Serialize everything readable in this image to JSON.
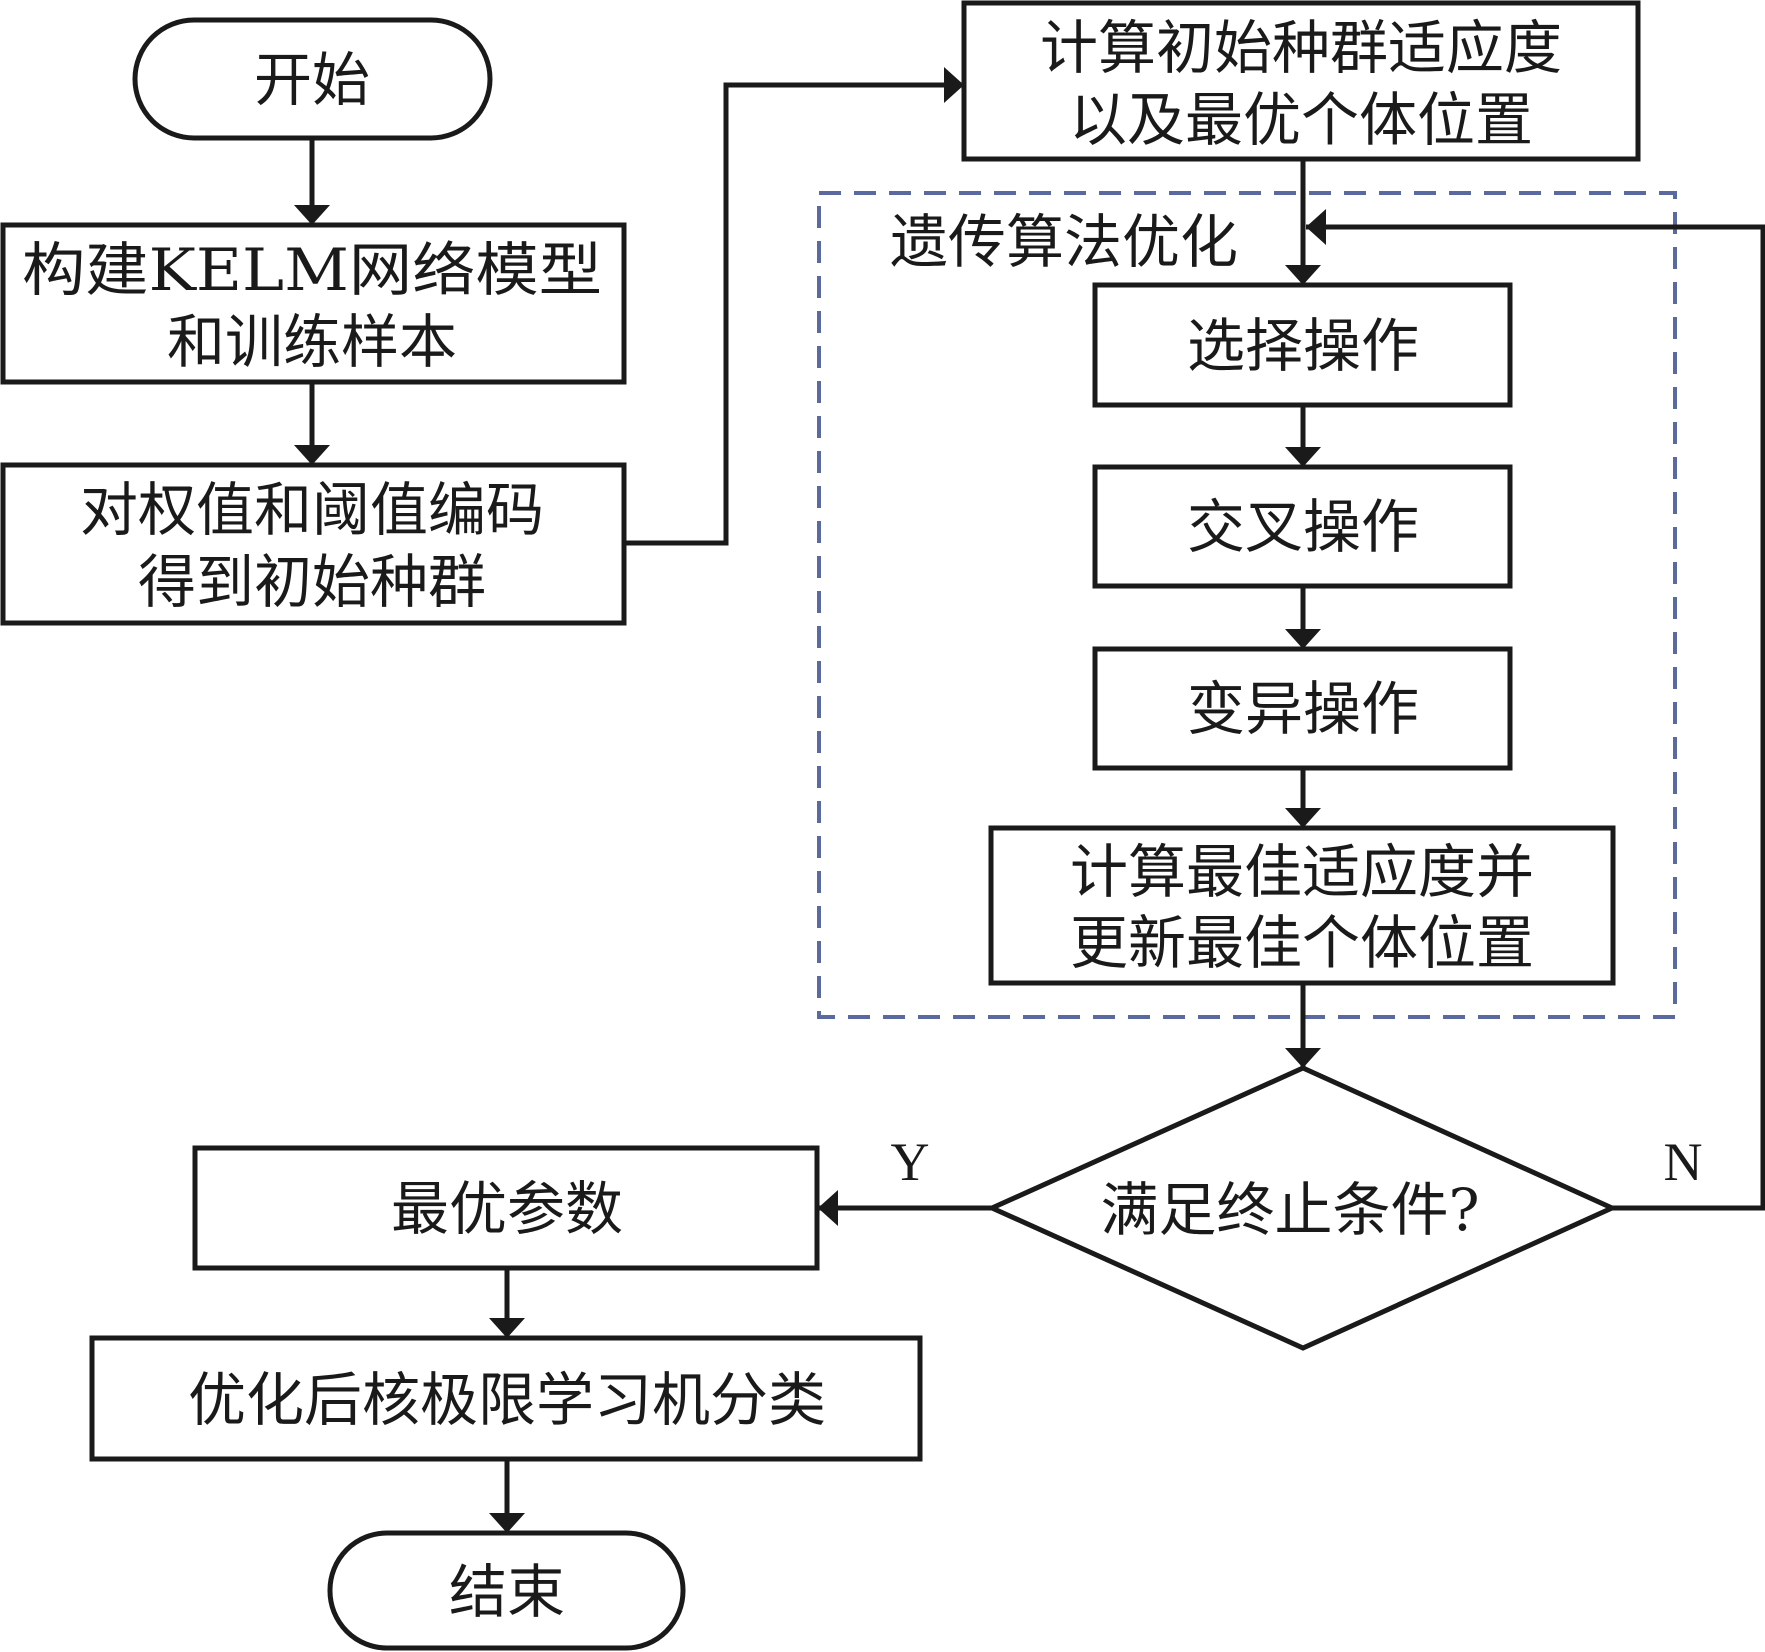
{
  "diagram": {
    "type": "flowchart",
    "colors": {
      "stroke": "#1a1a1a",
      "group_border": "#5a6aa0",
      "background": "#ffffff"
    },
    "nodes": {
      "start": {
        "kind": "terminal",
        "lines": [
          "开始"
        ]
      },
      "build_model": {
        "kind": "process",
        "lines": [
          "构建KELM网络模型",
          "和训练样本"
        ]
      },
      "encode": {
        "kind": "process",
        "lines": [
          "对权值和阈值编码",
          "得到初始种群"
        ]
      },
      "init_fitness": {
        "kind": "process",
        "lines": [
          "计算初始种群适应度",
          "以及最优个体位置"
        ]
      },
      "selection": {
        "kind": "process",
        "lines": [
          "选择操作"
        ]
      },
      "crossover": {
        "kind": "process",
        "lines": [
          "交叉操作"
        ]
      },
      "mutation": {
        "kind": "process",
        "lines": [
          "变异操作"
        ]
      },
      "update_best": {
        "kind": "process",
        "lines": [
          "计算最佳适应度并",
          "更新最佳个体位置"
        ]
      },
      "terminate_check": {
        "kind": "decision",
        "lines": [
          "满足终止条件?"
        ]
      },
      "optimal_params": {
        "kind": "process",
        "lines": [
          "最优参数"
        ]
      },
      "classify": {
        "kind": "process",
        "lines": [
          "优化后核极限学习机分类"
        ]
      },
      "end": {
        "kind": "terminal",
        "lines": [
          "结束"
        ]
      }
    },
    "group": {
      "label": "遗传算法优化",
      "members": [
        "selection",
        "crossover",
        "mutation",
        "update_best"
      ]
    },
    "edges": [
      {
        "from": "start",
        "to": "build_model",
        "label": ""
      },
      {
        "from": "build_model",
        "to": "encode",
        "label": ""
      },
      {
        "from": "encode",
        "to": "init_fitness",
        "label": ""
      },
      {
        "from": "init_fitness",
        "to": "selection",
        "label": ""
      },
      {
        "from": "selection",
        "to": "crossover",
        "label": ""
      },
      {
        "from": "crossover",
        "to": "mutation",
        "label": ""
      },
      {
        "from": "mutation",
        "to": "update_best",
        "label": ""
      },
      {
        "from": "update_best",
        "to": "terminate_check",
        "label": ""
      },
      {
        "from": "terminate_check",
        "to": "optimal_params",
        "label": "Y"
      },
      {
        "from": "terminate_check",
        "to": "selection",
        "label": "N"
      },
      {
        "from": "optimal_params",
        "to": "classify",
        "label": ""
      },
      {
        "from": "classify",
        "to": "end",
        "label": ""
      }
    ],
    "branch_labels": {
      "yes": "Y",
      "no": "N"
    }
  }
}
